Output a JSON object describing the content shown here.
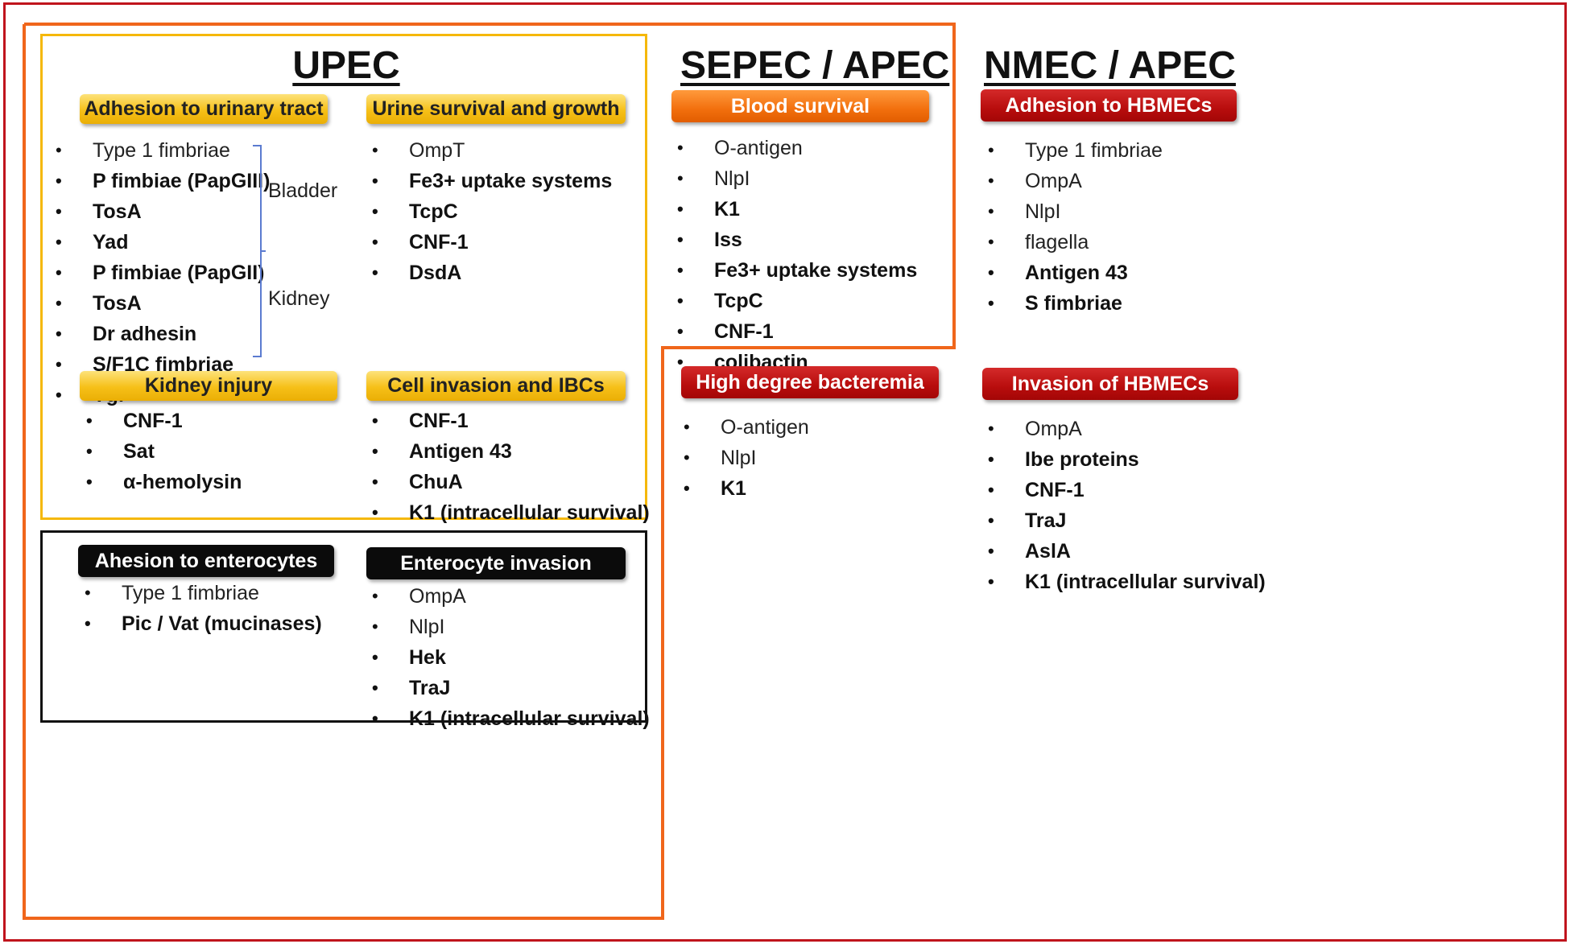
{
  "upec": {
    "title": "UPEC",
    "adhesion": {
      "label": "Adhesion to urinary tract",
      "items": [
        {
          "text": "Type 1 fimbriae",
          "bold": false
        },
        {
          "text": "P fimbiae (PapGIII)",
          "bold": true
        },
        {
          "text": "TosA",
          "bold": true
        },
        {
          "text": "Yad",
          "bold": true
        },
        {
          "text": "P fimbiae (PapGII)",
          "bold": true
        },
        {
          "text": "TosA",
          "bold": true
        },
        {
          "text": "Dr adhesin",
          "bold": true
        },
        {
          "text": "S/F1C fimbriae",
          "bold": true
        },
        {
          "text": "Ygi",
          "bold": true
        }
      ],
      "bladder_label": "Bladder",
      "kidney_label": "Kidney"
    },
    "urine": {
      "label": "Urine survival and growth",
      "items": [
        {
          "text": "OmpT",
          "bold": false
        },
        {
          "text": "Fe3+ uptake systems",
          "bold": true
        },
        {
          "text": "TcpC",
          "bold": true
        },
        {
          "text": "CNF-1",
          "bold": true
        },
        {
          "text": "DsdA",
          "bold": true
        }
      ]
    },
    "kidney_injury": {
      "label": "Kidney injury",
      "items": [
        {
          "text": "CNF-1",
          "bold": true
        },
        {
          "text": "Sat",
          "bold": true
        },
        {
          "text": "α-hemolysin",
          "bold": true
        }
      ]
    },
    "cell_invasion": {
      "label": "Cell invasion and IBCs",
      "items": [
        {
          "text": "CNF-1",
          "bold": true
        },
        {
          "text": "Antigen 43",
          "bold": true
        },
        {
          "text": "ChuA",
          "bold": true
        },
        {
          "text": "K1 (intracellular survival)",
          "bold": true
        }
      ]
    }
  },
  "intestinal": {
    "enterocyte_adhesion": {
      "label": "Ahesion to enterocytes",
      "items": [
        {
          "text": "Type 1 fimbriae",
          "bold": false
        },
        {
          "text": "Pic / Vat (mucinases)",
          "bold": true
        }
      ]
    },
    "enterocyte_invasion": {
      "label": "Enterocyte invasion",
      "items": [
        {
          "text": "OmpA",
          "bold": false
        },
        {
          "text": "NlpI",
          "bold": false
        },
        {
          "text": "Hek",
          "bold": true
        },
        {
          "text": "TraJ",
          "bold": true
        },
        {
          "text": "K1 (intracellular survival)",
          "bold": true
        }
      ]
    }
  },
  "sepec": {
    "title": "SEPEC / APEC",
    "blood_survival": {
      "label": "Blood survival",
      "items": [
        {
          "text": "O-antigen",
          "bold": false
        },
        {
          "text": "NlpI",
          "bold": false
        },
        {
          "text": "K1",
          "bold": true
        },
        {
          "text": "Iss",
          "bold": true
        },
        {
          "text": "Fe3+ uptake systems",
          "bold": true
        },
        {
          "text": "TcpC",
          "bold": true
        },
        {
          "text": "CNF-1",
          "bold": true
        },
        {
          "text": "colibactin",
          "bold": true
        }
      ]
    },
    "bacteremia": {
      "label": "High degree bacteremia",
      "items": [
        {
          "text": "O-antigen",
          "bold": false
        },
        {
          "text": "NlpI",
          "bold": false
        },
        {
          "text": "K1",
          "bold": true
        }
      ]
    }
  },
  "nmec": {
    "title": "NMEC / APEC",
    "hbmec_adhesion": {
      "label": "Adhesion to HBMECs",
      "items": [
        {
          "text": "Type 1 fimbriae",
          "bold": false
        },
        {
          "text": "OmpA",
          "bold": false
        },
        {
          "text": "NlpI",
          "bold": false
        },
        {
          "text": "flagella",
          "bold": false
        },
        {
          "text": "Antigen 43",
          "bold": true
        },
        {
          "text": "S fimbriae",
          "bold": true
        }
      ]
    },
    "hbmec_invasion": {
      "label": "Invasion of HBMECs",
      "items": [
        {
          "text": "OmpA",
          "bold": false
        },
        {
          "text": "Ibe proteins",
          "bold": true
        },
        {
          "text": "CNF-1",
          "bold": true
        },
        {
          "text": "TraJ",
          "bold": true
        },
        {
          "text": "AslA",
          "bold": true
        },
        {
          "text": "K1 (intracellular survival)",
          "bold": true
        }
      ]
    }
  },
  "colors": {
    "outer_frame": "#c0141d",
    "sepec_frame": "#f0661b",
    "upec_frame": "#f5b80a",
    "intestinal_frame": "#111111",
    "bracket": "#5b7bd0"
  }
}
